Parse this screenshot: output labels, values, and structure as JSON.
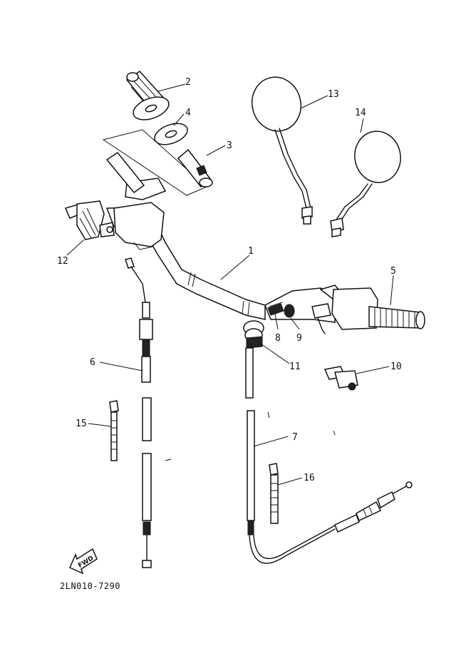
{
  "diagram": {
    "code": "2LN010-7290",
    "direction_label": "FWD",
    "callouts": [
      "1",
      "2",
      "3",
      "4",
      "5",
      "6",
      "7",
      "8",
      "9",
      "10",
      "11",
      "12",
      "13",
      "14",
      "15",
      "16"
    ]
  }
}
